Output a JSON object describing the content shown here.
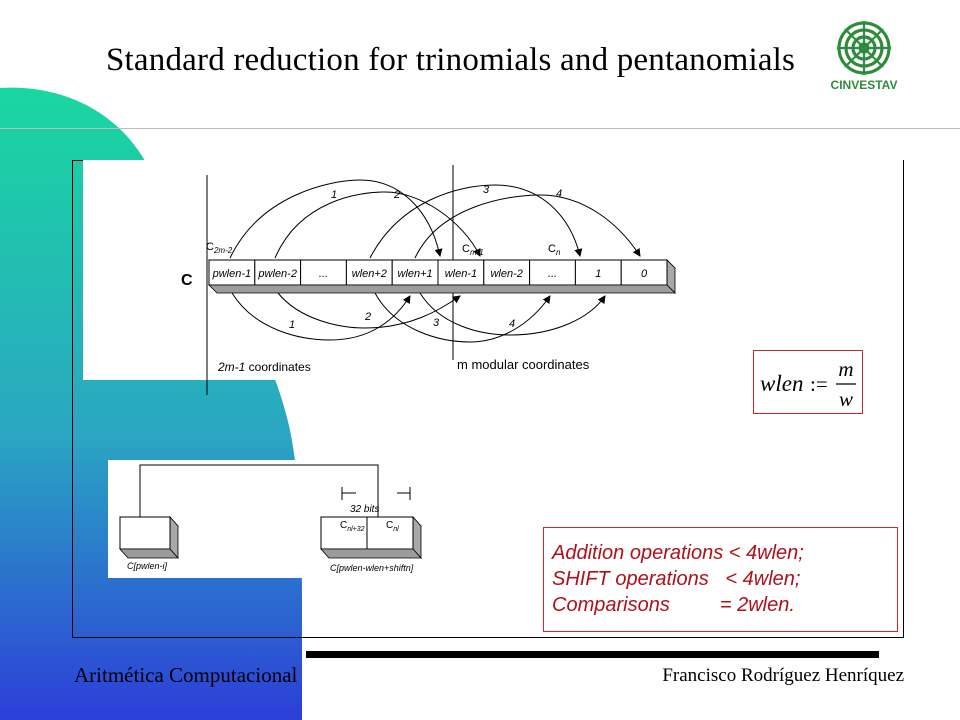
{
  "title": "Standard reduction for trinomials and pentanomials",
  "logo": {
    "text": "CINVESTAV",
    "color": "#2e8b3e",
    "icon": "cinvestav-logo-icon"
  },
  "footer": {
    "left": "Aritmética Computacional",
    "right": "Francisco Rodríguez Henríquez"
  },
  "colors": {
    "gradient_top": "#19d7a0",
    "gradient_bottom": "#2c3ed8",
    "accent_red": "#b01019"
  },
  "diagram": {
    "array_label": "C",
    "cells": [
      "pwlen-1",
      "pwlen-2",
      "...",
      "wlen+2",
      "wlen+1",
      "wlen-1",
      "wlen-2",
      "...",
      "1",
      "0"
    ],
    "top_labels": {
      "c2m2_base": "C",
      "c2m2_sub": "2m-2",
      "cm1_base": "C",
      "cm1_sub": "m-1",
      "cn_base": "C",
      "cn_sub": "n"
    },
    "top_arcs": [
      "1",
      "2",
      "3",
      "4"
    ],
    "bottom_arcs": [
      "1",
      "2",
      "3",
      "4"
    ],
    "left_caption_italic": "2m-1",
    "left_caption_rest": " coordinates",
    "right_caption": "m modular coordinates",
    "word_label": "32 bits",
    "word_cells": [
      {
        "base": "C",
        "sub": "nl+32"
      },
      {
        "base": "C",
        "sub": "nl"
      }
    ],
    "left_box_caption": "C[pwlen-i]",
    "right_box_caption": "C[pwlen-wlen+shiftn]"
  },
  "formula": {
    "lhs": "wlen",
    "op": ":=",
    "num": "m",
    "den": "w"
  },
  "stats": [
    "Addition operations < 4wlen;",
    "SHIFT operations   < 4wlen;",
    "Comparisons         = 2wlen."
  ]
}
